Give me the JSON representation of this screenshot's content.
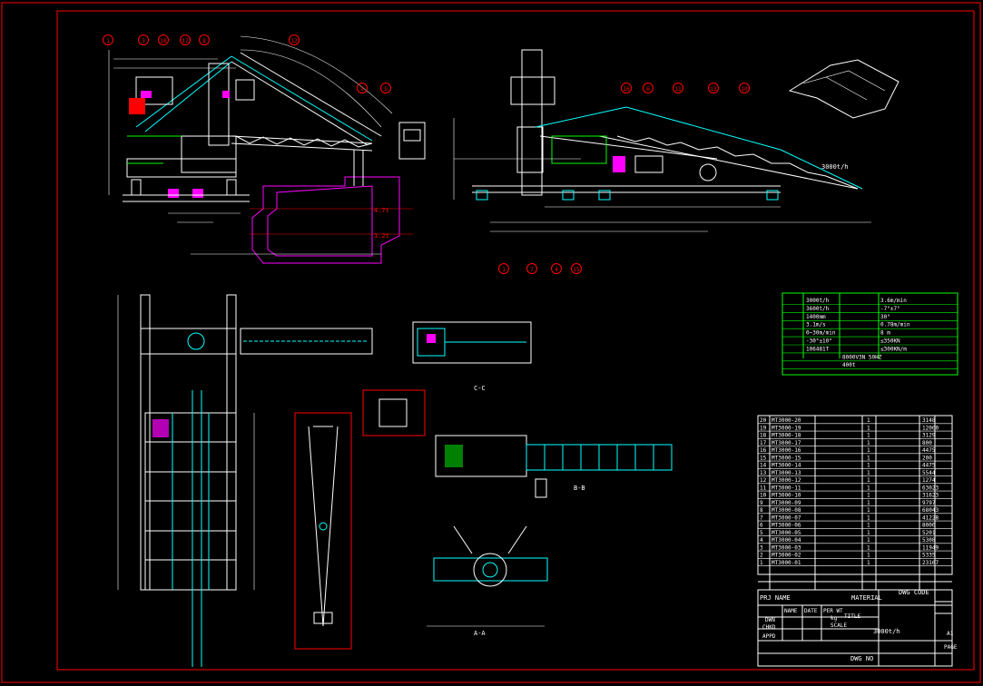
{
  "colors": {
    "background": "#000000",
    "border": "#ff0000",
    "line_white": "#ffffff",
    "line_cyan": "#00ffff",
    "line_green": "#00ff00",
    "line_yellow": "#ffff00",
    "line_magenta": "#ff00ff",
    "line_red": "#ff0000"
  },
  "callouts_left": [
    "1",
    "3",
    "18",
    "17",
    "8",
    "12",
    "9",
    "5"
  ],
  "callouts_mid": [
    "16",
    "6",
    "11",
    "13",
    "10"
  ],
  "callouts_bottom": [
    "1",
    "7",
    "4",
    "15"
  ],
  "elevation": {
    "top_right": "3000t/h",
    "bottom_mark": "1.2t",
    "mid_mark": "4.7t"
  },
  "section_labels": {
    "cc": "C-C",
    "bb": "B-B",
    "aa": "A-A"
  },
  "spec_rows": [
    [
      "3000t/h",
      "3.6m/min"
    ],
    [
      "3600t/h",
      "-7°±7°"
    ],
    [
      "1400mm",
      "30°"
    ],
    [
      "3.1m/s",
      "0.78m/min"
    ],
    [
      "0~30m/min",
      "8 m"
    ],
    [
      "-30°±10°",
      "≤350KN"
    ],
    [
      "106481T",
      "≤300KN/m"
    ],
    [
      "8000V3N  50HZ",
      ""
    ],
    [
      "400t",
      ""
    ]
  ],
  "parts": [
    {
      "no": "20",
      "code": "MT3000-20",
      "qty": "1",
      "wt": "3148"
    },
    {
      "no": "19",
      "code": "MT3000-19",
      "qty": "1",
      "wt": "12000"
    },
    {
      "no": "18",
      "code": "MT3000-18",
      "qty": "1",
      "wt": "3129"
    },
    {
      "no": "17",
      "code": "MT3000-17",
      "qty": "1",
      "wt": "800"
    },
    {
      "no": "16",
      "code": "MT3000-16",
      "qty": "1",
      "wt": "4475"
    },
    {
      "no": "15",
      "code": "MT3000-15",
      "qty": "1",
      "wt": "200"
    },
    {
      "no": "14",
      "code": "MT3000-14",
      "qty": "1",
      "wt": "4475"
    },
    {
      "no": "13",
      "code": "MT3000-13",
      "qty": "1",
      "wt": "5544"
    },
    {
      "no": "12",
      "code": "MT3000-12",
      "qty": "1",
      "wt": "1274"
    },
    {
      "no": "11",
      "code": "MT3000-11",
      "qty": "1",
      "wt": "63023"
    },
    {
      "no": "10",
      "code": "MT3000-10",
      "qty": "1",
      "wt": "31623"
    },
    {
      "no": "9",
      "code": "MT3000-09",
      "qty": "1",
      "wt": "9797"
    },
    {
      "no": "8",
      "code": "MT3000-08",
      "qty": "1",
      "wt": "68043"
    },
    {
      "no": "7",
      "code": "MT3000-07",
      "qty": "1",
      "wt": "41228"
    },
    {
      "no": "6",
      "code": "MT3000-06",
      "qty": "1",
      "wt": "8000"
    },
    {
      "no": "5",
      "code": "MT3000-05",
      "qty": "1",
      "wt": "5201"
    },
    {
      "no": "4",
      "code": "MT3000-04",
      "qty": "1",
      "wt": "5308"
    },
    {
      "no": "3",
      "code": "MT3000-03",
      "qty": "1",
      "wt": "11949"
    },
    {
      "no": "2",
      "code": "MT3000-02",
      "qty": "1",
      "wt": "5335"
    },
    {
      "no": "1",
      "code": "MT3000-01",
      "qty": "1",
      "wt": "23167"
    }
  ],
  "title_block": {
    "prj_name": "PRJ NAME",
    "material": "MATERIAL",
    "dwg_code": "DWG CODE",
    "name_col": "NAME",
    "date_col": "DATE",
    "per_wt": "PER WT",
    "title": "TITLE",
    "dwn": "DWN",
    "chkd": "CHKD",
    "appd": "APPD",
    "scale": "SCALE",
    "kg": "kg",
    "drawing_title": "3000t/h",
    "dwg_no": "DWG NO",
    "page": "PAGE",
    "sheet_size": "A1"
  }
}
